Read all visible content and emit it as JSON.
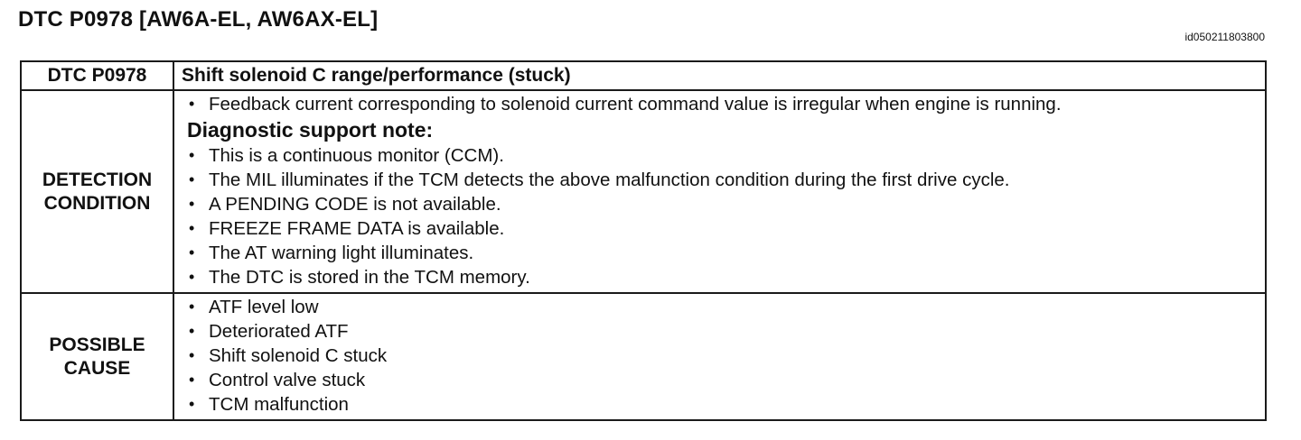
{
  "header": {
    "title": "DTC P0978 [AW6A-EL, AW6AX-EL]",
    "doc_id": "id050211803800"
  },
  "table": {
    "head": {
      "label": "DTC P0978",
      "description": "Shift solenoid C range/performance (stuck)"
    },
    "detection": {
      "label_line1": "DETECTION",
      "label_line2": "CONDITION",
      "items": [
        "Feedback current corresponding to solenoid current command value is irregular when engine is running."
      ],
      "note_heading": "Diagnostic support note:",
      "note_items": [
        "This is a continuous monitor (CCM).",
        "The MIL illuminates if the TCM detects the above malfunction condition during the first drive cycle.",
        "A PENDING CODE is not available.",
        "FREEZE FRAME DATA is available.",
        "The AT warning light illuminates.",
        "The DTC is stored in the TCM memory."
      ]
    },
    "cause": {
      "label_line1": "POSSIBLE",
      "label_line2": "CAUSE",
      "items": [
        "ATF level low",
        "Deteriorated ATF",
        "Shift solenoid C stuck",
        "Control valve stuck",
        "TCM malfunction"
      ]
    }
  }
}
